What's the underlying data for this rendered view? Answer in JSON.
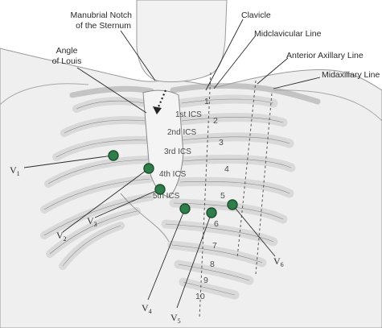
{
  "labels": {
    "manubrial_line1": "Manubrial Notch",
    "manubrial_line2": "of the Sternum",
    "angle_line1": "Angle",
    "angle_line2": "of Louis",
    "clavicle": "Clavicle",
    "midclavicular": "Midclavicular Line",
    "anterior_axillary": "Anterior Axillary Line",
    "midaxillary": "Midaxillary Line"
  },
  "ics": [
    "1st ICS",
    "2nd ICS",
    "3rd ICS",
    "4th ICS",
    "5th ICS"
  ],
  "rib_numbers": [
    "1",
    "2",
    "3",
    "4",
    "5",
    "6",
    "7",
    "8",
    "9",
    "10"
  ],
  "leads": {
    "v1": {
      "letter": "V",
      "sub": "1"
    },
    "v2": {
      "letter": "V",
      "sub": "2"
    },
    "v3": {
      "letter": "V",
      "sub": "3"
    },
    "v4": {
      "letter": "V",
      "sub": "4"
    },
    "v5": {
      "letter": "V",
      "sub": "5"
    },
    "v6": {
      "letter": "V",
      "sub": "6"
    }
  },
  "colors": {
    "electrode": "#2f7d4a",
    "electrode_dark": "#1c4f2e",
    "skin": "#ececec",
    "rib": "#d9d9d9",
    "outline": "#8a8a8a"
  }
}
